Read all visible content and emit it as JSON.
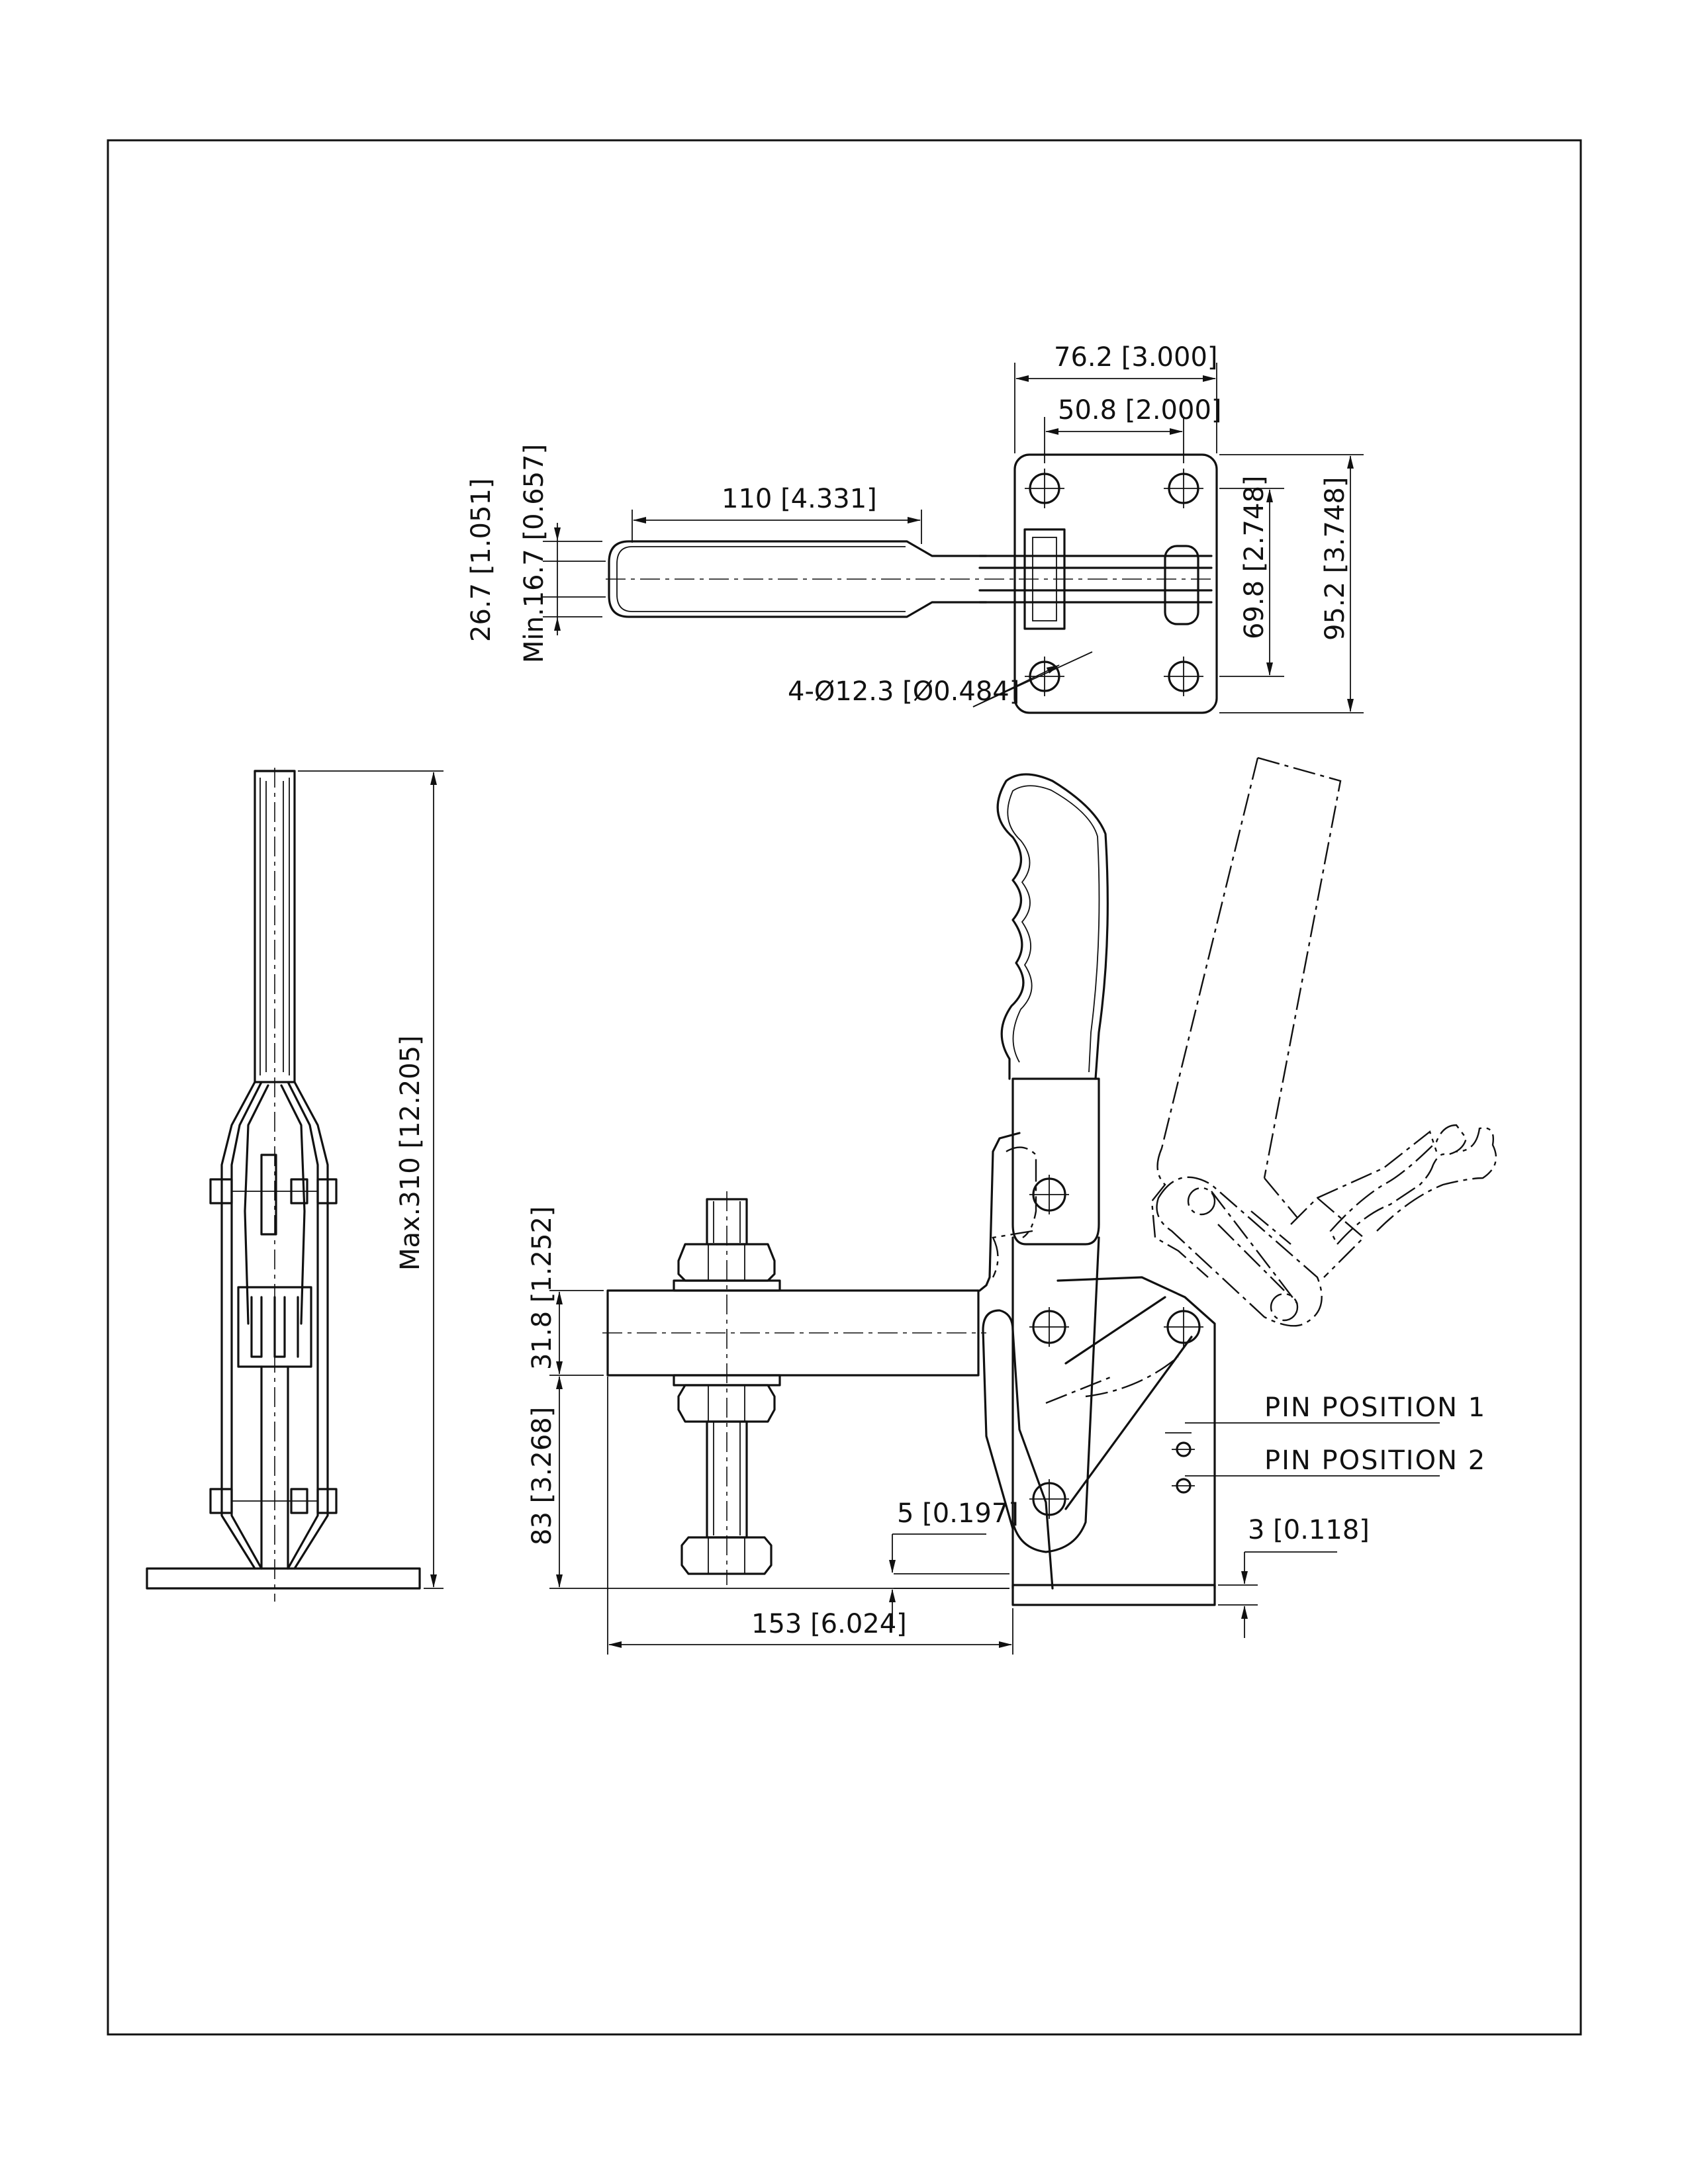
{
  "drawing": {
    "top_view": {
      "dim_overall_width": "76.2 [3.000]",
      "dim_hole_spacing_x": "50.8 [2.000]",
      "dim_handle_length": "110 [4.331]",
      "dim_handle_width": "26.7 [1.051]",
      "dim_handle_min": "Min.16.7 [0.657]",
      "dim_hole_spacing_y": "69.8 [2.748]",
      "dim_overall_height": "95.2 [3.748]",
      "dim_hole_diameter": "4-Ø12.3 [Ø0.484]"
    },
    "side_view": {
      "dim_max_height": "Max.310 [12.205]"
    },
    "front_view": {
      "dim_arm_height": "31.8 [1.252]",
      "dim_spindle_height": "83 [3.268]",
      "dim_offset": "5 [0.197]",
      "dim_base_thickness": "3 [0.118]",
      "dim_reach": "153 [6.024]",
      "pin_position_1": "PIN POSITION 1",
      "pin_position_2": "PIN POSITION 2"
    }
  }
}
